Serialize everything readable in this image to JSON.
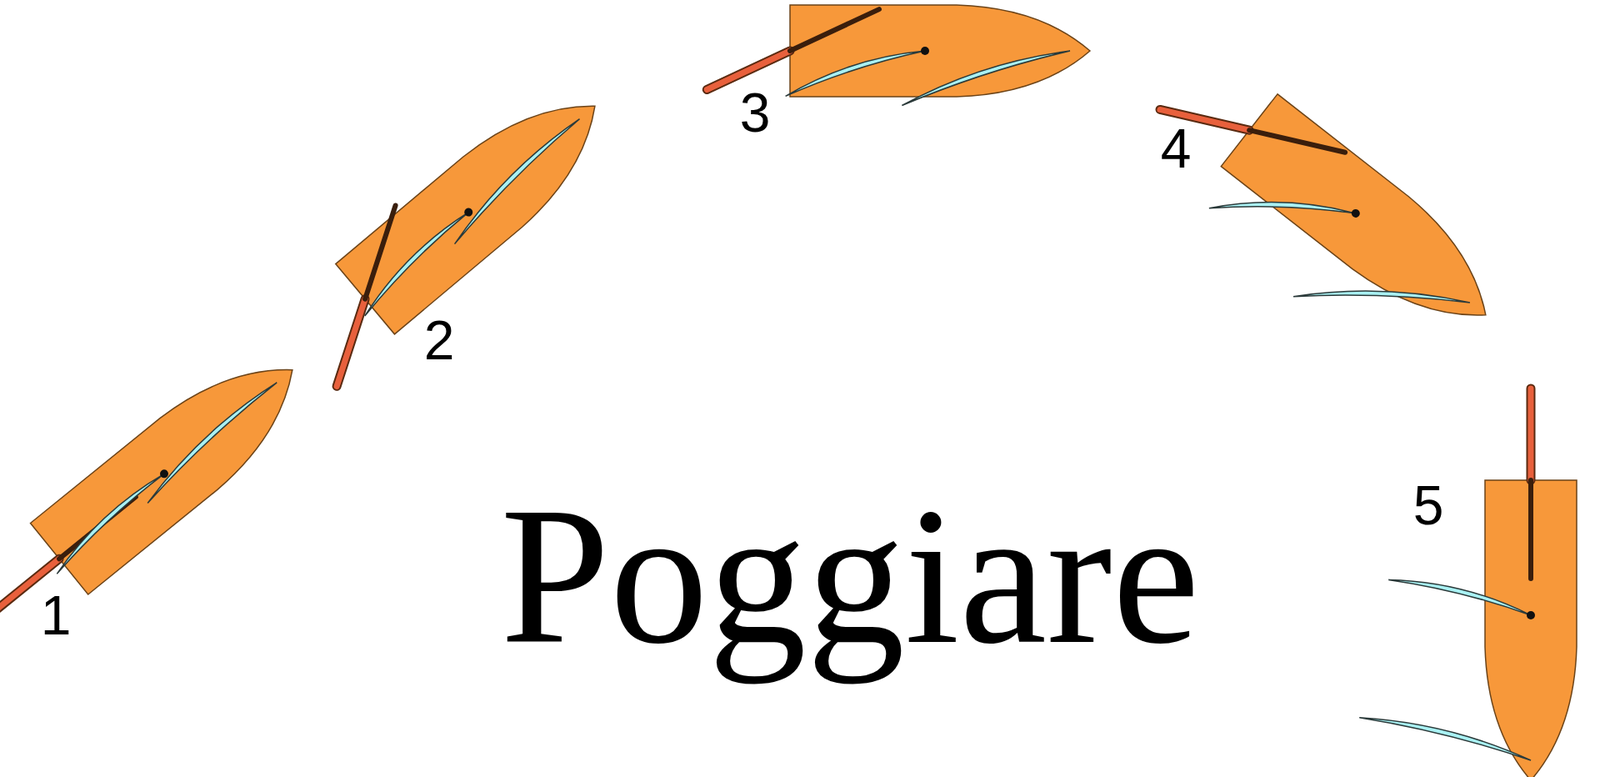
{
  "diagram": {
    "title": "Poggiare",
    "labels": [
      "1",
      "2",
      "3",
      "4",
      "5"
    ]
  }
}
